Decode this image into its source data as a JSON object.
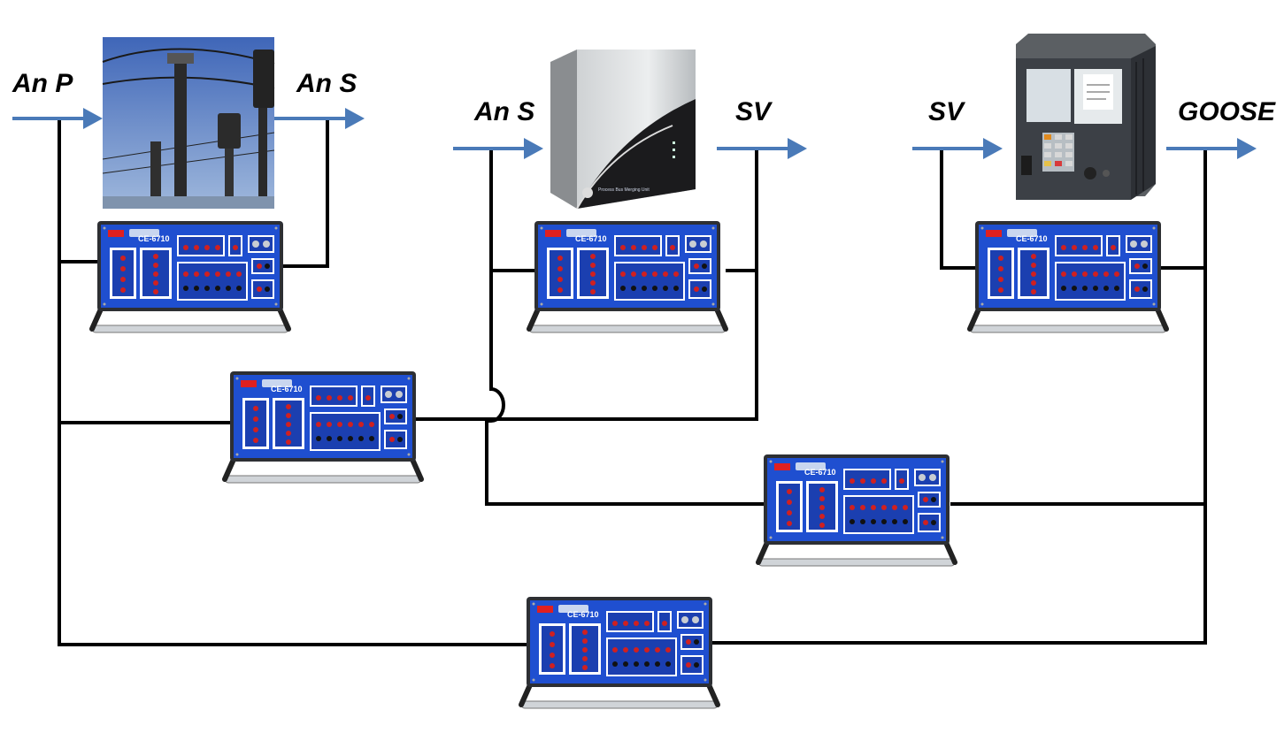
{
  "signals": {
    "an_p_in": "An P",
    "an_s_out": "An S",
    "an_s_in": "An S",
    "sv_out": "SV",
    "sv_in": "SV",
    "goose_out": "GOOSE"
  },
  "test_set_model": "CE-6710",
  "merging_unit_label": "Process Bus Merging Unit",
  "colors": {
    "arrow": "#4a7ab8",
    "wire": "#000000",
    "panel": "#1f4fd0"
  }
}
